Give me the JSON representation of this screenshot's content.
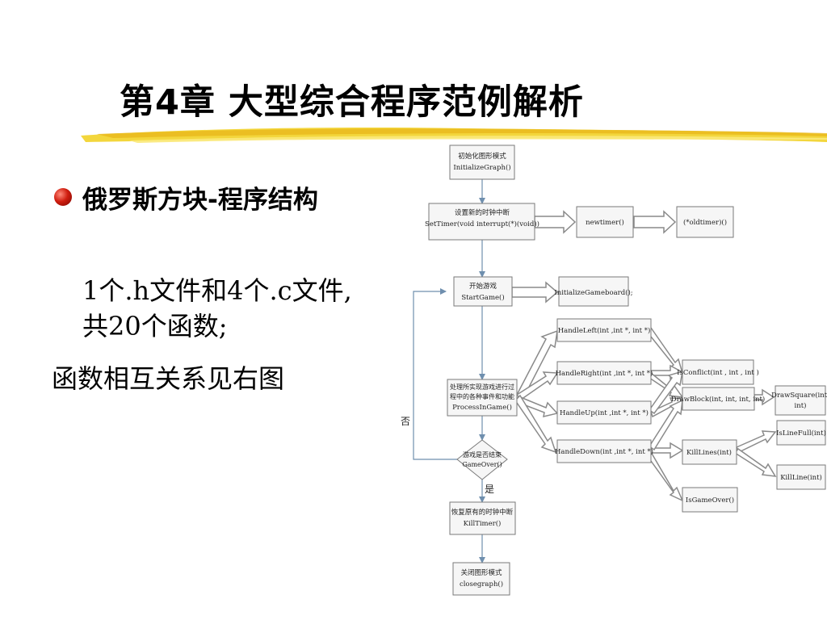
{
  "slide": {
    "title": "第4章  大型综合程序范例解析",
    "bullet_text": "俄罗斯方块-程序结构",
    "para_line1": "1个.h文件和4个.c文件,",
    "para_line2": "共20个函数;",
    "para_line3": "函数相互关系见右图"
  },
  "diagram": {
    "nodes": {
      "init": {
        "cn": "初始化图形模式",
        "en": "InitializeGraph()"
      },
      "settimer": {
        "cn": "设置新的时钟中断",
        "en": "SetTimer(void interrupt(*)(void))"
      },
      "newtimer": {
        "en": "newtimer()"
      },
      "oldtimer": {
        "en": "(*oldtimer)()"
      },
      "startgame": {
        "cn": "开始游戏",
        "en": "StartGame()"
      },
      "initboard": {
        "en": "InitializeGameboard();"
      },
      "process": {
        "cn1": "处理所实现游戏进行过",
        "cn2": "程中的各种事件和功能",
        "en": "ProcessInGame()"
      },
      "gameover": {
        "cn": "游戏是否结束",
        "en": "GameOver()"
      },
      "left": {
        "en": "HandleLeft(int ,int *, int *)"
      },
      "right": {
        "en": "HandleRight(int ,int *, int *)"
      },
      "up": {
        "en": "HandleUp(int ,int *, int *)"
      },
      "down": {
        "en": "HandleDown(int ,int *, int *)"
      },
      "isconflict": {
        "en": "IsConflict(int , int , int )"
      },
      "drawblock": {
        "en": "DrawBlock(int, int, int, int)"
      },
      "drawsquare": {
        "en1": "DrawSquare(int,",
        "en2": "int)"
      },
      "killlines": {
        "en": "KillLines(int)"
      },
      "isgameover": {
        "en": "IsGameOver()"
      },
      "islinefull": {
        "en": "IsLineFull(int)"
      },
      "killline": {
        "en": "KillLine(int)"
      },
      "killtimer": {
        "cn": "恢复原有的时钟中断",
        "en": "KillTimer()"
      },
      "closegraph": {
        "cn": "关闭图形模式",
        "en": "closegraph()"
      }
    },
    "label_no": "否",
    "label_yes": "是",
    "colors": {
      "accent_line": "#6f8fae",
      "box_border": "#7a7a7a",
      "bullet": "#d01e10",
      "underline": "#f2d33a"
    }
  }
}
